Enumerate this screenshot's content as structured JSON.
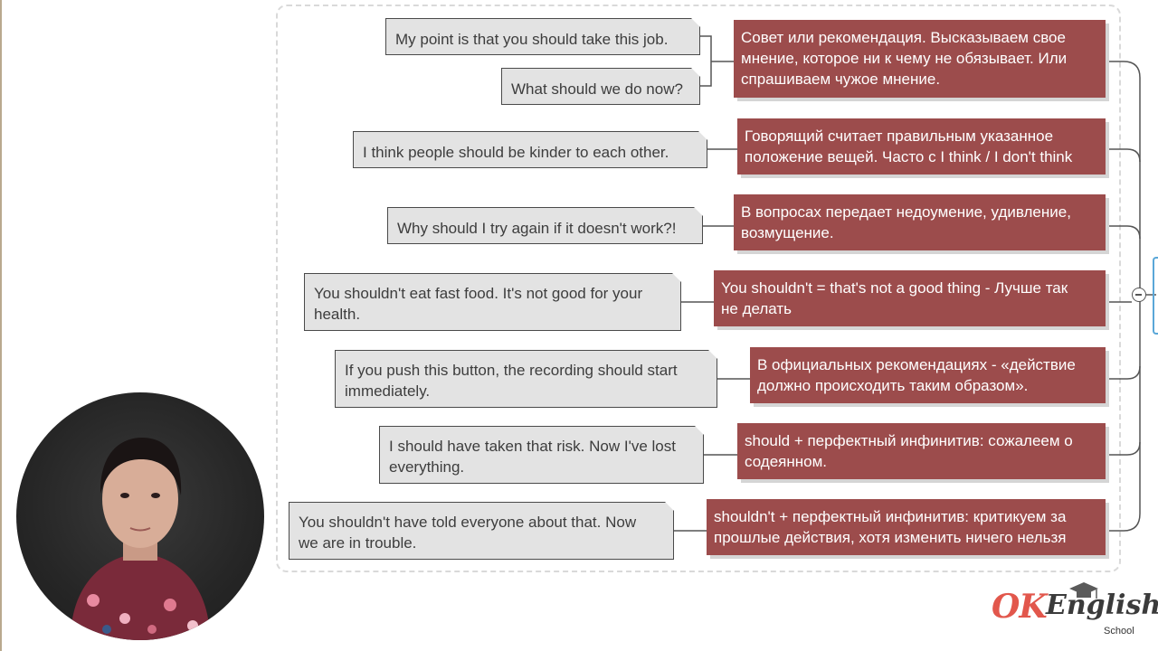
{
  "examples": [
    {
      "lines": [
        "My point is that you should take this job."
      ]
    },
    {
      "lines": [
        "What should we do now?"
      ]
    },
    {
      "lines": [
        "I think people should be kinder to each other."
      ]
    },
    {
      "lines": [
        "Why should I try again if it doesn't work?!"
      ]
    },
    {
      "lines": [
        "You shouldn't eat fast food. It's not good for your",
        "health."
      ]
    },
    {
      "lines": [
        "If you push this button, the recording should start",
        "immediately."
      ]
    },
    {
      "lines": [
        "I should have taken that risk. Now I've lost",
        "everything."
      ]
    },
    {
      "lines": [
        "You shouldn't have told everyone about that. Now",
        "we are in trouble."
      ]
    }
  ],
  "explanations": [
    {
      "lines": [
        "Совет или рекомендация. Высказываем свое",
        "мнение, которое ни к чему не обязывает. Или",
        "спрашиваем чужое мнение."
      ]
    },
    {
      "lines": [
        "Говорящий считает правильным указанное",
        "положение вещей. Часто с I think / I don't think"
      ]
    },
    {
      "lines": [
        "В вопросах передает недоумение, удивление,",
        "возмущение."
      ]
    },
    {
      "lines": [
        "You shouldn't = that's not a good thing - Лучше так",
        "не делать"
      ]
    },
    {
      "lines": [
        "В официальных рекомендациях - «действие",
        "должно происходить таким образом»."
      ]
    },
    {
      "lines": [
        "should + перфектный инфинитив: сожалеем о",
        "содеянном."
      ]
    },
    {
      "lines": [
        "shouldn't + перфектный инфинитив: критикуем за",
        "прошлые действия, хотя изменить ничего нельзя"
      ]
    }
  ],
  "logo": {
    "ok": "OK",
    "english": "English",
    "school": "School"
  },
  "colors": {
    "explanation_bg": "#9c4c4c",
    "example_bg": "#e3e3e3",
    "frame": "#d9d9d9",
    "logo_red": "#e2574c"
  }
}
